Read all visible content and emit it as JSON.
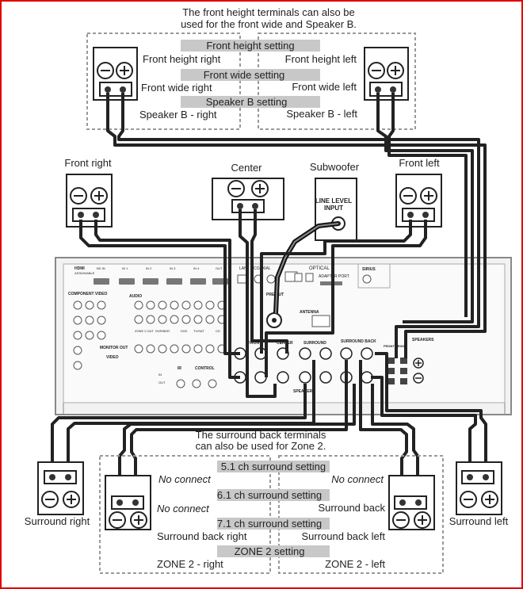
{
  "frame": {
    "border_color": "#e00000"
  },
  "top_note": {
    "line1": "The front height terminals can also be",
    "line2": "used for the front wide and Speaker B."
  },
  "top_settings": [
    {
      "title": "Front height setting",
      "right": "Front height right",
      "left": "Front height left"
    },
    {
      "title": "Front wide setting",
      "right": "Front wide right",
      "left": "Front wide left"
    },
    {
      "title": "Speaker B setting",
      "right": "Speaker B - right",
      "left": "Speaker B - left"
    }
  ],
  "speakers": {
    "front_right": "Front right",
    "center": "Center",
    "subwoofer": "Subwoofer",
    "front_left": "Front left",
    "surround_right": "Surround right",
    "surround_left": "Surround left"
  },
  "subwoofer_input": {
    "line1": "LINE LEVEL",
    "line2": "INPUT"
  },
  "receiver": {
    "hdmi": "HDMI",
    "assignable": "ASSIGNABLE",
    "bd_in": "BD IN",
    "in1": "IN 1",
    "in2": "IN 2",
    "in3": "IN 3",
    "in4": "IN 4",
    "out": "OUT",
    "lan": "LAN",
    "coaxial": "COAXIAL",
    "optical": "OPTICAL",
    "adapter_port": "ADAPTER PORT",
    "sirius": "SIRIUS",
    "component_video": "COMPONENT VIDEO",
    "audio": "AUDIO",
    "monitor_out": "MONITOR OUT",
    "video": "VIDEO",
    "pre_out": "PRE OUT",
    "subwoofer_jack": "SUBWOOFER",
    "antenna": "ANTENNA",
    "speakers": "SPEAKERS",
    "front": "FRONT",
    "center": "CENTER",
    "surround": "SURROUND",
    "surround_back": "SURROUND BACK",
    "front_height": "FRONT HEIGHT",
    "ir": "IR",
    "control": "CONTROL",
    "zone2_out": "ZONE 2 OUT",
    "dvr_bdr": "DVR/BDR",
    "dvd": "DVD",
    "tv_sat": "TV/SAT",
    "cd": "CD",
    "in_label": "IN",
    "out_label": "OUT"
  },
  "bottom_note": {
    "line1": "The surround back terminals",
    "line2": "can also be used for Zone 2."
  },
  "bottom_settings": [
    {
      "title": "5.1 ch surround setting",
      "right": "No connect",
      "left": "No connect",
      "italic": true
    },
    {
      "title": "6.1 ch surround setting",
      "right": "No connect",
      "left": "Surround back",
      "italic_right": true
    },
    {
      "title": "7.1 ch surround setting",
      "right": "Surround back right",
      "left": "Surround back left"
    },
    {
      "title": "ZONE 2 setting",
      "right": "ZONE 2 - right",
      "left": "ZONE 2 - left"
    }
  ]
}
